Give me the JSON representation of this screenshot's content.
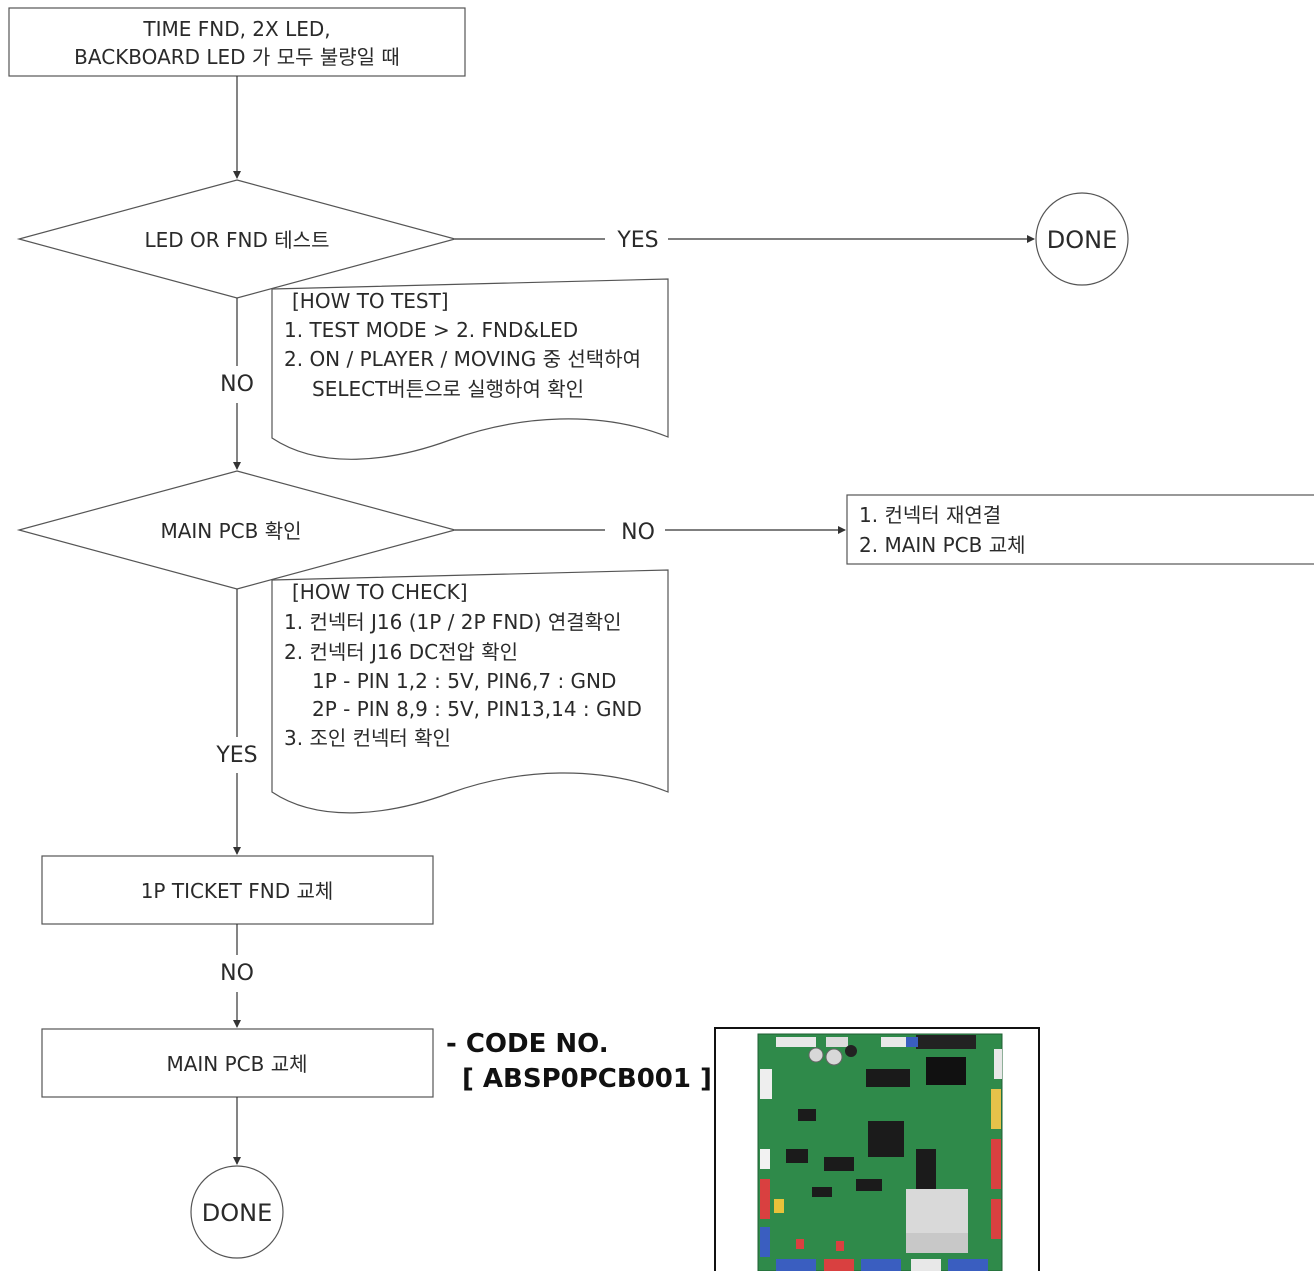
{
  "start": {
    "line1": "TIME FND, 2X LED,",
    "line2": "BACKBOARD LED 가 모두 불량일 때"
  },
  "decision1": {
    "label": "LED OR FND 테스트",
    "yes_label": "YES",
    "no_label": "NO"
  },
  "done1": "DONE",
  "note1": {
    "lines": [
      "[HOW TO TEST]",
      "1. TEST MODE > 2. FND&LED",
      "2. ON / PLAYER / MOVING 중 선택하여",
      "SELECT버튼으로 실행하여 확인"
    ]
  },
  "decision2": {
    "label": "MAIN PCB 확인",
    "no_label": "NO",
    "yes_label": "YES"
  },
  "action_no": {
    "lines": [
      "1. 컨넥터 재연결",
      "2. MAIN PCB 교체"
    ]
  },
  "note2": {
    "lines": [
      "[HOW TO CHECK]",
      "1. 컨넥터 J16 (1P / 2P FND) 연결확인",
      "2. 컨넥터 J16 DC전압 확인",
      "1P - PIN 1,2 : 5V, PIN6,7 : GND",
      "2P - PIN 8,9 : 5V, PIN13,14 : GND",
      "3. 조인 컨넥터 확인"
    ]
  },
  "step1": {
    "label": "1P TICKET FND 교체",
    "no_label": "NO"
  },
  "step2": {
    "label": "MAIN PCB 교체"
  },
  "done2": "DONE",
  "code": {
    "line1": "- CODE NO.",
    "line2": "[ ABSP0PCB001 ]"
  },
  "photo": {
    "subject": "main-pcb-board",
    "board_color": "#2f8a4a"
  }
}
